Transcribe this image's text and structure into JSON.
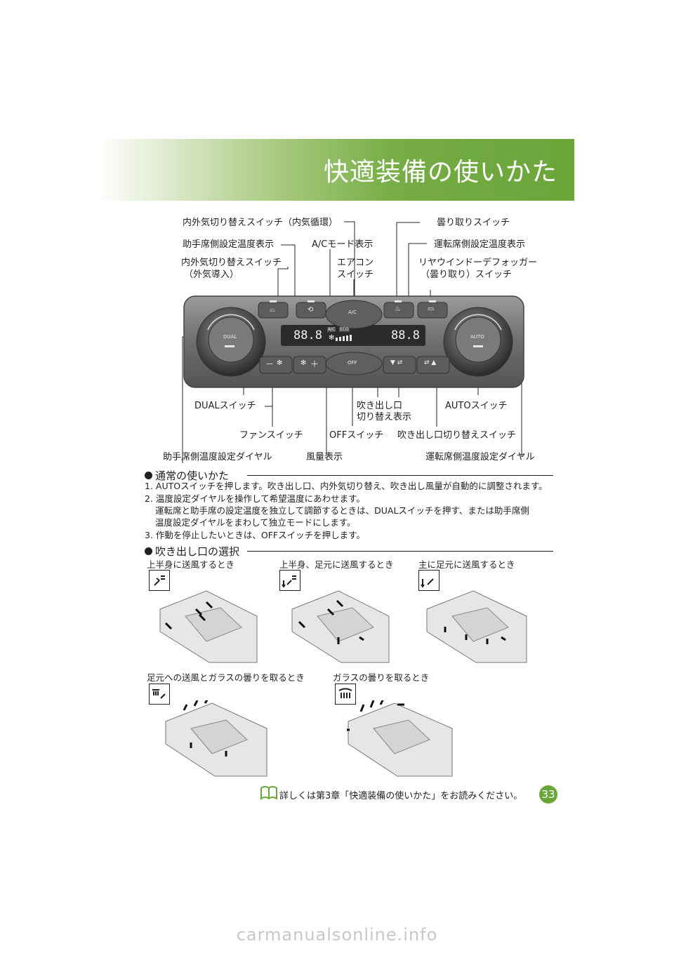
{
  "banner": {
    "title": "快適装備の使いかた"
  },
  "panel": {
    "labels": {
      "recirc_switch": "内外気切り替えスイッチ（内気循環）",
      "defog_switch": "曇り取りスイッチ",
      "passenger_temp_display": "助手席側設定温度表示",
      "ac_mode_display": "A/Cモード表示",
      "driver_temp_display": "運転席側設定温度表示",
      "fresh_switch_1": "内外気切り替えスイッチ",
      "fresh_switch_2": "（外気導入）",
      "ac_switch_1": "エアコン",
      "ac_switch_2": "スイッチ",
      "rear_defog_1": "リヤウインドーデフォッガー",
      "rear_defog_2": "（曇り取り）スイッチ",
      "dual_switch": "DUALスイッチ",
      "outlet_display_1": "吹き出し口",
      "outlet_display_2": "切り替え表示",
      "auto_switch": "AUTOスイッチ",
      "fan_switch": "ファンスイッチ",
      "off_switch": "OFFスイッチ",
      "outlet_switch": "吹き出し口切り替えスイッチ",
      "passenger_dial": "助手席側温度設定ダイヤル",
      "fan_display": "風量表示",
      "driver_dial": "運転席側温度設定ダイヤル"
    },
    "device": {
      "dual": "DUAL",
      "auto": "AUTO",
      "ac": "A/C",
      "off": "OFF",
      "temp_left": "88.8",
      "temp_right": "88.8",
      "ac_tag": "A/C",
      "eco_tag": "ECO",
      "fan_minus": "－",
      "fan_plus": "＋"
    }
  },
  "usage": {
    "heading": "通常の使いかた",
    "step1": "1. AUTOスイッチを押します。吹き出し口、内外気切り替え、吹き出し風量が自動的に調整されます。",
    "step2a": "2. 温度設定ダイヤルを操作して希望温度にあわせます。",
    "step2b": "運転席と助手席の設定温度を独立して調節するときは、DUALスイッチを押す、または助手席側",
    "step2c": "温度設定ダイヤルをまわして独立モードにします。",
    "step3": "3. 作動を停止したいときは、OFFスイッチを押します。"
  },
  "vents": {
    "heading": "吹き出し口の選択",
    "items": [
      {
        "caption": "上半身に送風するとき",
        "icon": "face-vent-icon"
      },
      {
        "caption": "上半身、足元に送風するとき",
        "icon": "bilevel-vent-icon"
      },
      {
        "caption": "主に足元に送風するとき",
        "icon": "foot-vent-icon"
      },
      {
        "caption": "足元への送風とガラスの曇りを取るとき",
        "icon": "foot-defrost-icon"
      },
      {
        "caption": "ガラスの曇りを取るとき",
        "icon": "defrost-icon"
      }
    ]
  },
  "footer": {
    "note": "詳しくは第3章「快適装備の使いかた」をお読みください。",
    "page": "33",
    "watermark": "carmanualsonline.info"
  }
}
